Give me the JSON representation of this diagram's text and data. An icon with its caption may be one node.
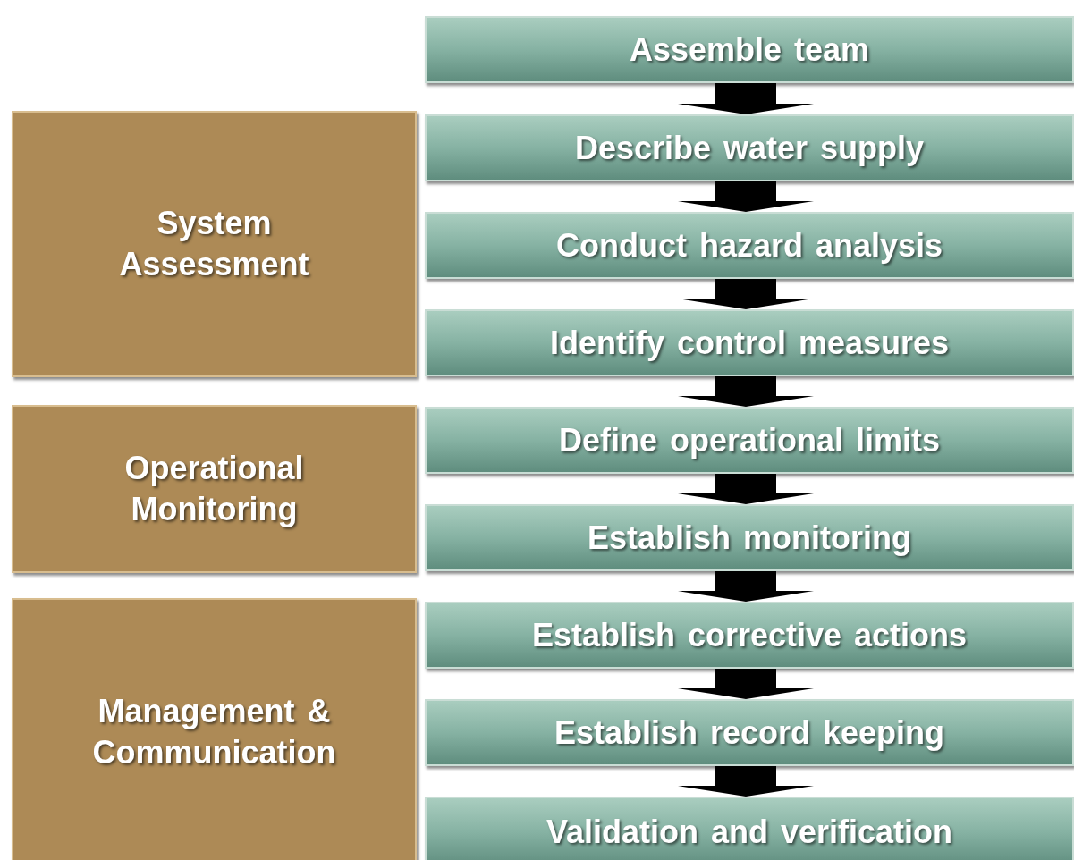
{
  "diagram": {
    "nodes": [
      {
        "text": [
          "Assemble team"
        ]
      },
      {
        "text": [
          "System Assessment"
        ]
      },
      {
        "text": [
          "Describe water supply"
        ]
      },
      {
        "text": [
          "Conduct hazard analysis"
        ]
      },
      {
        "text": [
          "Identify control measures"
        ]
      },
      {
        "text": [
          "Operational Monitoring"
        ]
      },
      {
        "text": [
          "Define operational limits"
        ]
      },
      {
        "text": [
          "Establish monitoring"
        ]
      },
      {
        "text": [
          "Management & Communication"
        ]
      },
      {
        "text": [
          "Establish corrective actions"
        ]
      },
      {
        "text": [
          "Establish record keeping"
        ]
      },
      {
        "text": [
          "Validation and verification"
        ]
      }
    ],
    "edges": [
      {
        "from": 0,
        "to": 2,
        "arrow": "to"
      },
      {
        "from": 2,
        "to": 3,
        "arrow": "to"
      },
      {
        "from": 3,
        "to": 4,
        "arrow": "to"
      },
      {
        "from": 4,
        "to": 6,
        "arrow": "to"
      },
      {
        "from": 6,
        "to": 7,
        "arrow": "to"
      },
      {
        "from": 7,
        "to": 9,
        "arrow": "to"
      },
      {
        "from": 9,
        "to": 10,
        "arrow": "to"
      },
      {
        "from": 10,
        "to": 11,
        "arrow": "to"
      }
    ]
  }
}
